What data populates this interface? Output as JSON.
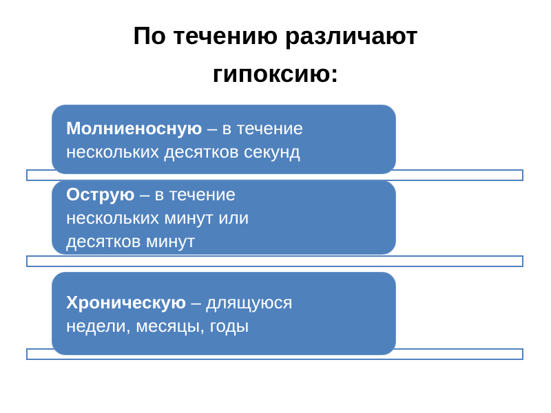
{
  "slide": {
    "title": {
      "line1": "По течению различают",
      "line2": "гипоксию:"
    },
    "list": [
      {
        "term": "Молниеносную",
        "rest": " – в течение\nнескольких десятков секунд"
      },
      {
        "term": "Острую",
        "rest": " – в течение\nнескольких минут или\nдесятков минут"
      },
      {
        "term": "Хроническую",
        "rest": " – длящуюся\nнедели, месяцы, годы"
      }
    ],
    "colors": {
      "box_fill": "#4f81bd",
      "bar_border": "#4f81bd",
      "box_text": "#ffffff",
      "title_text": "#000000",
      "background": "#ffffff"
    }
  }
}
